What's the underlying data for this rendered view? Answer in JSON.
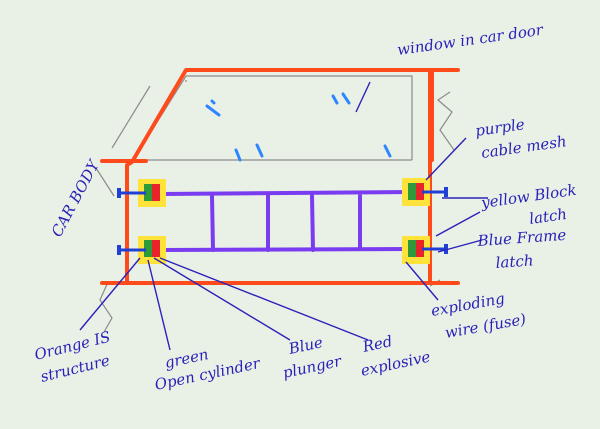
{
  "labels": {
    "window": "window in car door",
    "cable_mesh_1": "purple",
    "cable_mesh_2": "cable mesh",
    "car_body": "CAR BODY",
    "yellow_block_1": "yellow Block",
    "yellow_block_2": "latch",
    "blue_frame_1": "Blue Frame",
    "blue_frame_2": "latch",
    "wire_1": "exploding",
    "wire_2": "wire (fuse)",
    "orange_1": "Orange IS",
    "orange_2": "structure",
    "green_1": "green",
    "green_2": "Open cylinder",
    "plunger_1": "Blue",
    "plunger_2": "plunger",
    "explosive_1": "Red",
    "explosive_2": "explosive"
  },
  "colors": {
    "paper": "#e9f0e6",
    "ink": "#2a22b8",
    "orange": "#ff4a1c",
    "purple": "#7a3cf0",
    "yellow": "#ffe23a",
    "green": "#2e9a3a",
    "red": "#e8232a",
    "blue": "#1f3fd6",
    "glass": "#2e86ff",
    "pencil": "#8b8b8b"
  }
}
